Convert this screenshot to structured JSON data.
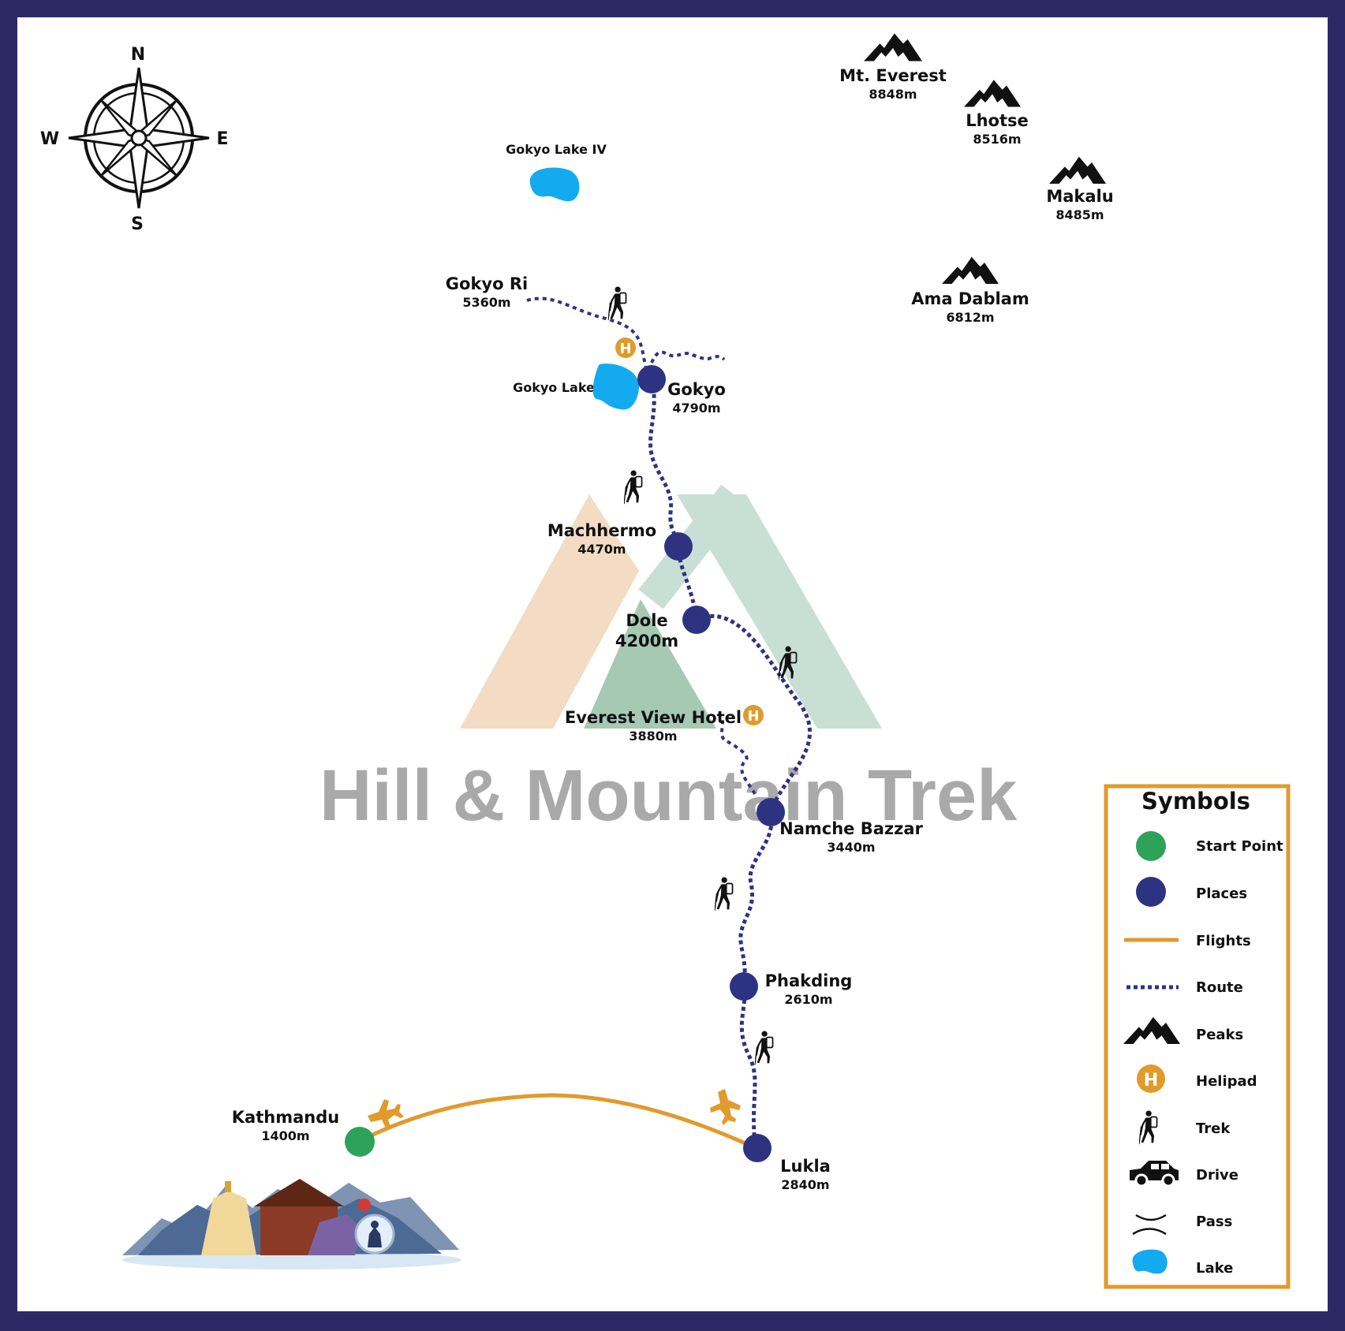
{
  "colors": {
    "frame": "#2c2a66",
    "place": "#2e3381",
    "start": "#2ea259",
    "flight": "#e19a2c",
    "lake": "#14aaf0",
    "helipad": "#e19a2c",
    "logo_left": "#f3dcc3",
    "logo_right": "#c8dfd6",
    "logo_center": "#a6c9b4"
  },
  "compass": {
    "n": "N",
    "s": "S",
    "e": "E",
    "w": "W"
  },
  "watermark": "Hill & Mountain Trek",
  "lakes": {
    "gokyo_lake_iv": "Gokyo Lake IV",
    "gokyo_lake": "Gokyo Lake"
  },
  "peaks": [
    {
      "name": "Mt. Everest",
      "altitude": "8848m"
    },
    {
      "name": "Lhotse",
      "altitude": "8516m"
    },
    {
      "name": "Makalu",
      "altitude": "8485m"
    },
    {
      "name": "Ama Dablam",
      "altitude": "6812m"
    }
  ],
  "places": {
    "gokyo_ri": {
      "name": "Gokyo Ri",
      "altitude": "5360m"
    },
    "gokyo": {
      "name": "Gokyo",
      "altitude": "4790m"
    },
    "machhermo": {
      "name": "Machhermo",
      "altitude": "4470m"
    },
    "dole": {
      "name": "Dole",
      "altitude": "4200m"
    },
    "everest_view_hotel": {
      "name": "Everest View Hotel",
      "altitude": "3880m"
    },
    "namche_bazzar": {
      "name": "Namche Bazzar",
      "altitude": "3440m"
    },
    "phakding": {
      "name": "Phakding",
      "altitude": "2610m"
    },
    "lukla": {
      "name": "Lukla",
      "altitude": "2840m"
    },
    "kathmandu": {
      "name": "Kathmandu",
      "altitude": "1400m"
    }
  },
  "helipad_letter": "H",
  "legend": {
    "title": "Symbols",
    "items": [
      {
        "icon": "start-point-icon",
        "label": "Start Point"
      },
      {
        "icon": "place-icon",
        "label": "Places"
      },
      {
        "icon": "flight-line-icon",
        "label": "Flights"
      },
      {
        "icon": "route-line-icon",
        "label": "Route"
      },
      {
        "icon": "peaks-icon",
        "label": "Peaks"
      },
      {
        "icon": "helipad-icon",
        "label": "Helipad"
      },
      {
        "icon": "trek-icon",
        "label": "Trek"
      },
      {
        "icon": "drive-icon",
        "label": "Drive"
      },
      {
        "icon": "pass-icon",
        "label": "Pass"
      },
      {
        "icon": "lake-icon",
        "label": "Lake"
      }
    ]
  }
}
